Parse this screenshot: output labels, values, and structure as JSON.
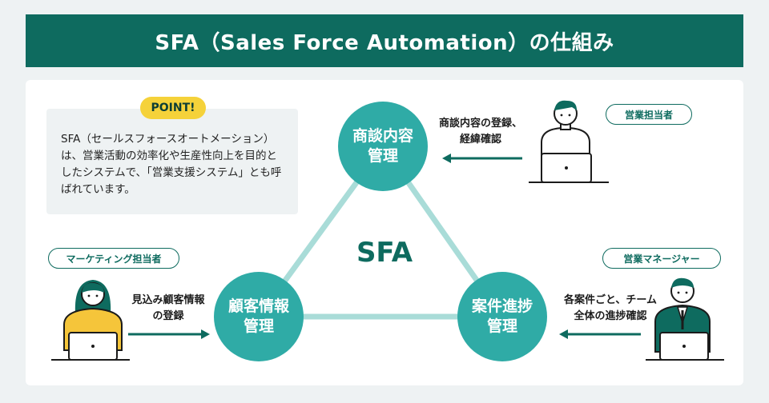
{
  "title": "SFA（Sales Force Automation）の仕組み",
  "point": {
    "badge": "POINT!",
    "text": "SFA（セールスフォースオートメーション）は、営業活動の効率化や生産性向上を目的としたシステムで、「営業支援システム」とも呼ばれています。"
  },
  "center": "SFA",
  "nodes": {
    "negotiation": "商談内容\n管理",
    "customer": "顧客情報\n管理",
    "progress": "案件進捗\n管理"
  },
  "roles": {
    "sales_rep": "営業担当者",
    "marketing": "マーケティング担当者",
    "manager": "営業マネージャー"
  },
  "arrows": {
    "sales_rep": [
      "商談内容の登録、",
      "経緯確認"
    ],
    "marketing": [
      "見込み顧客情報",
      "の登録"
    ],
    "manager": [
      "各案件ごと、チーム",
      "全体の進捗確認"
    ]
  },
  "colors": {
    "brand_dark": "#0e6b5f",
    "node": "#2faba6",
    "connector": "#a9dcd8",
    "badge": "#f5d23a",
    "marketing_shirt": "#f5c53a",
    "manager_suit": "#0e6b5f"
  }
}
